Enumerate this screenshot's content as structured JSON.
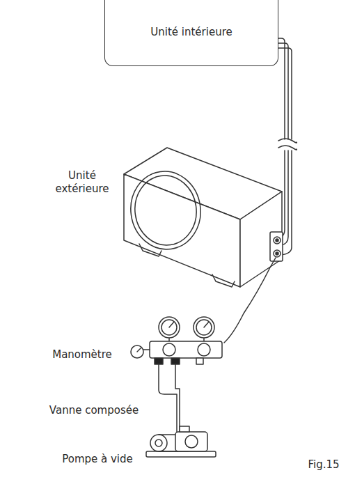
{
  "diagram": {
    "caption": "Fig.15",
    "nodes": [
      {
        "text": [
          "Unité intérieure"
        ]
      }
    ],
    "labels": [
      "Unité extérieure",
      "Manomètre",
      "Vanne composée",
      "Pompe à vide"
    ]
  }
}
